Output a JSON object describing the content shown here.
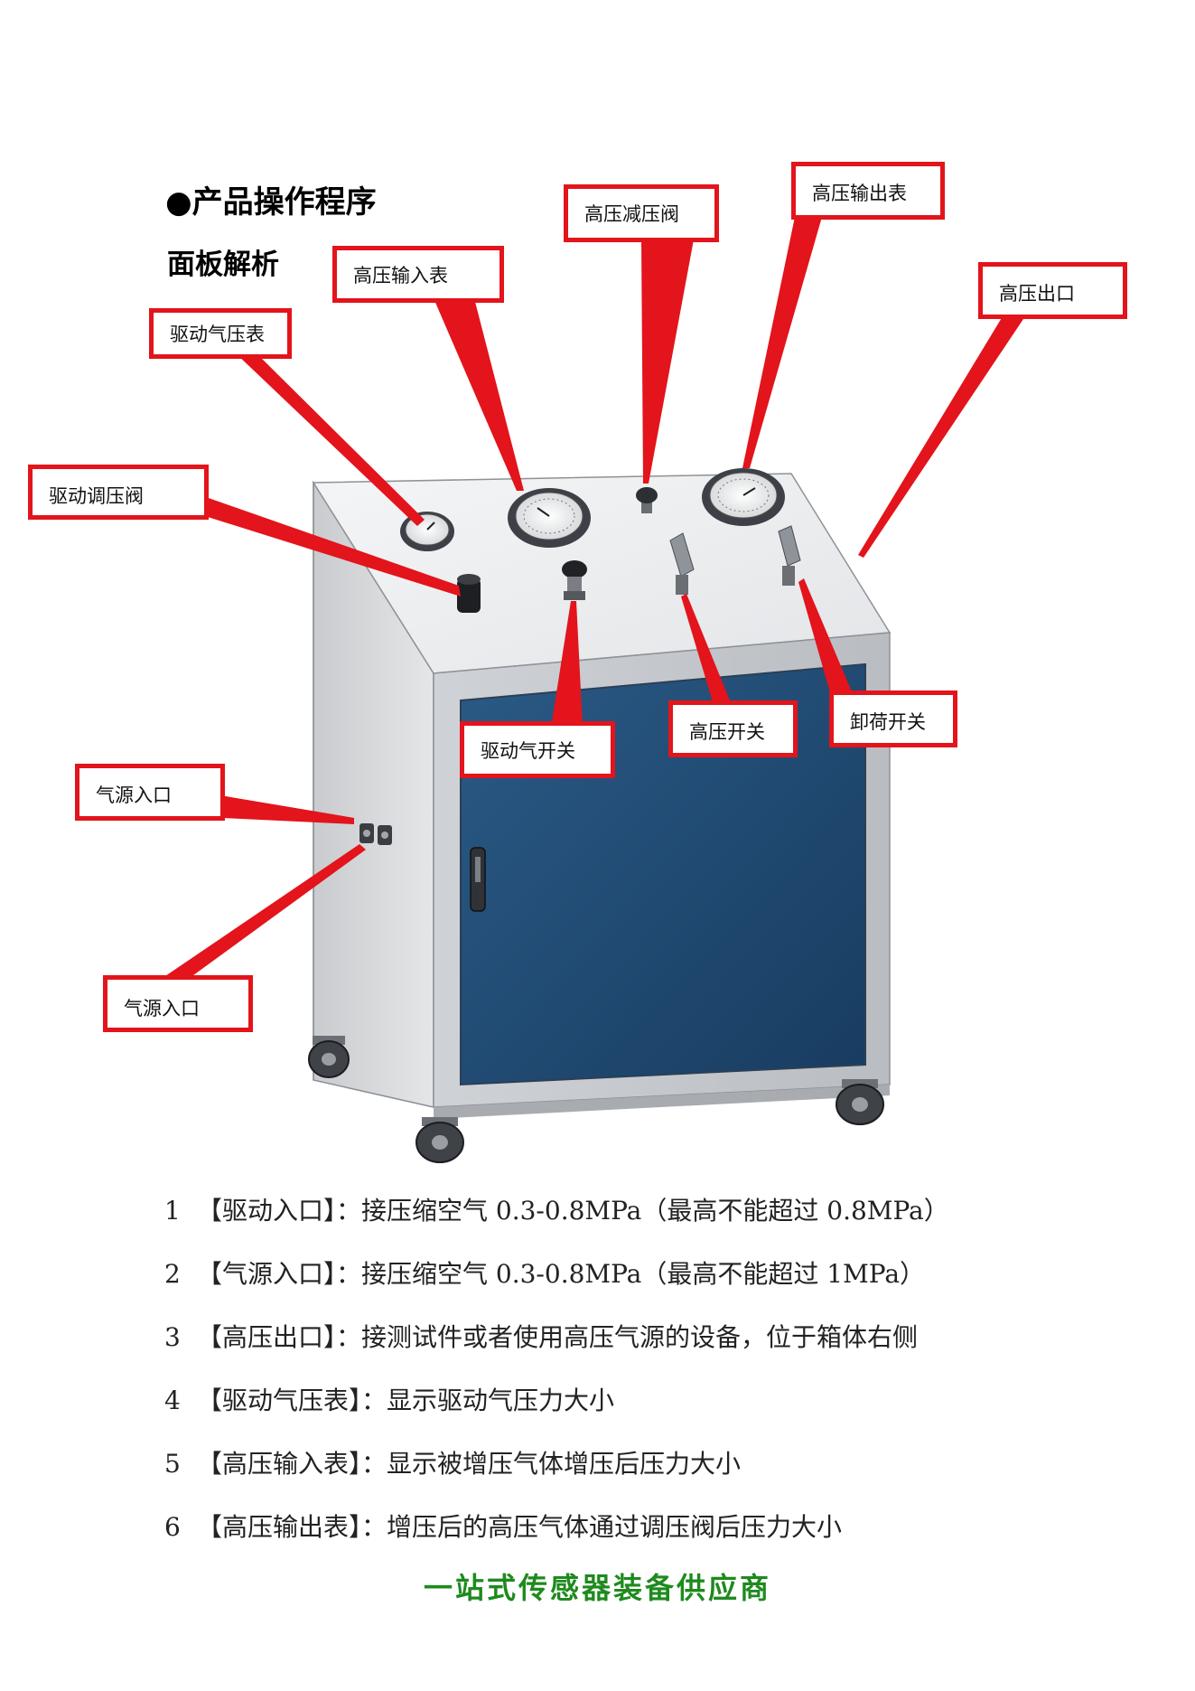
{
  "header": {
    "bullet": "●",
    "title": "产品操作程序",
    "subtitle": "面板解析"
  },
  "callouts": {
    "drive_gauge": "驱动气压表",
    "hp_input_gauge": "高压输入表",
    "hp_reducing_valve": "高压减压阀",
    "hp_output_gauge": "高压输出表",
    "hp_outlet": "高压出口",
    "drive_regulator": "驱动调压阀",
    "drive_switch": "驱动气开关",
    "hp_switch": "高压开关",
    "unload_switch": "卸荷开关",
    "air_inlet_upper": "气源入口",
    "air_inlet_lower": "气源入口"
  },
  "descriptions": [
    {
      "num": "1",
      "text": "【驱动入口】：接压缩空气 0.3-0.8MPa（最高不能超过 0.8MPa）"
    },
    {
      "num": "2",
      "text": "【气源入口】：接压缩空气 0.3-0.8MPa（最高不能超过 1MPa）"
    },
    {
      "num": "3",
      "text": "【高压出口】：接测试件或者使用高压气源的设备，位于箱体右侧"
    },
    {
      "num": "4",
      "text": "【驱动气压表】：显示驱动气压力大小"
    },
    {
      "num": "5",
      "text": "【高压输入表】：显示被增压气体增压后压力大小"
    },
    {
      "num": "6",
      "text": "【高压输出表】：增压后的高压气体通过调压阀后压力大小"
    }
  ],
  "footer": {
    "slogan": "一站式传感器装备供应商"
  },
  "colors": {
    "callout_red": "#e3141b",
    "door_blue": "#1f4a74",
    "slogan_green": "#1e8a1e"
  }
}
